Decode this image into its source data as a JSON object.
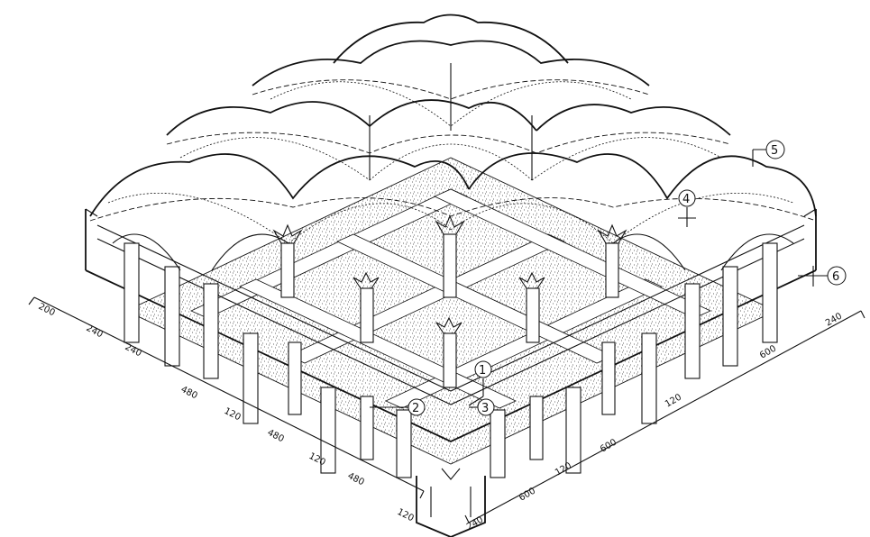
{
  "dimensions": {
    "left_edge": [
      "200",
      "240",
      "240",
      "480",
      "120",
      "480",
      "120",
      "480",
      "120"
    ],
    "bottom_edge": [
      "240",
      "600",
      "120",
      "600",
      "120",
      "600",
      "240"
    ]
  },
  "callouts": [
    "1",
    "2",
    "3",
    "4",
    "5",
    "6"
  ],
  "colors": {
    "line": "#111111",
    "background": "#ffffff"
  }
}
